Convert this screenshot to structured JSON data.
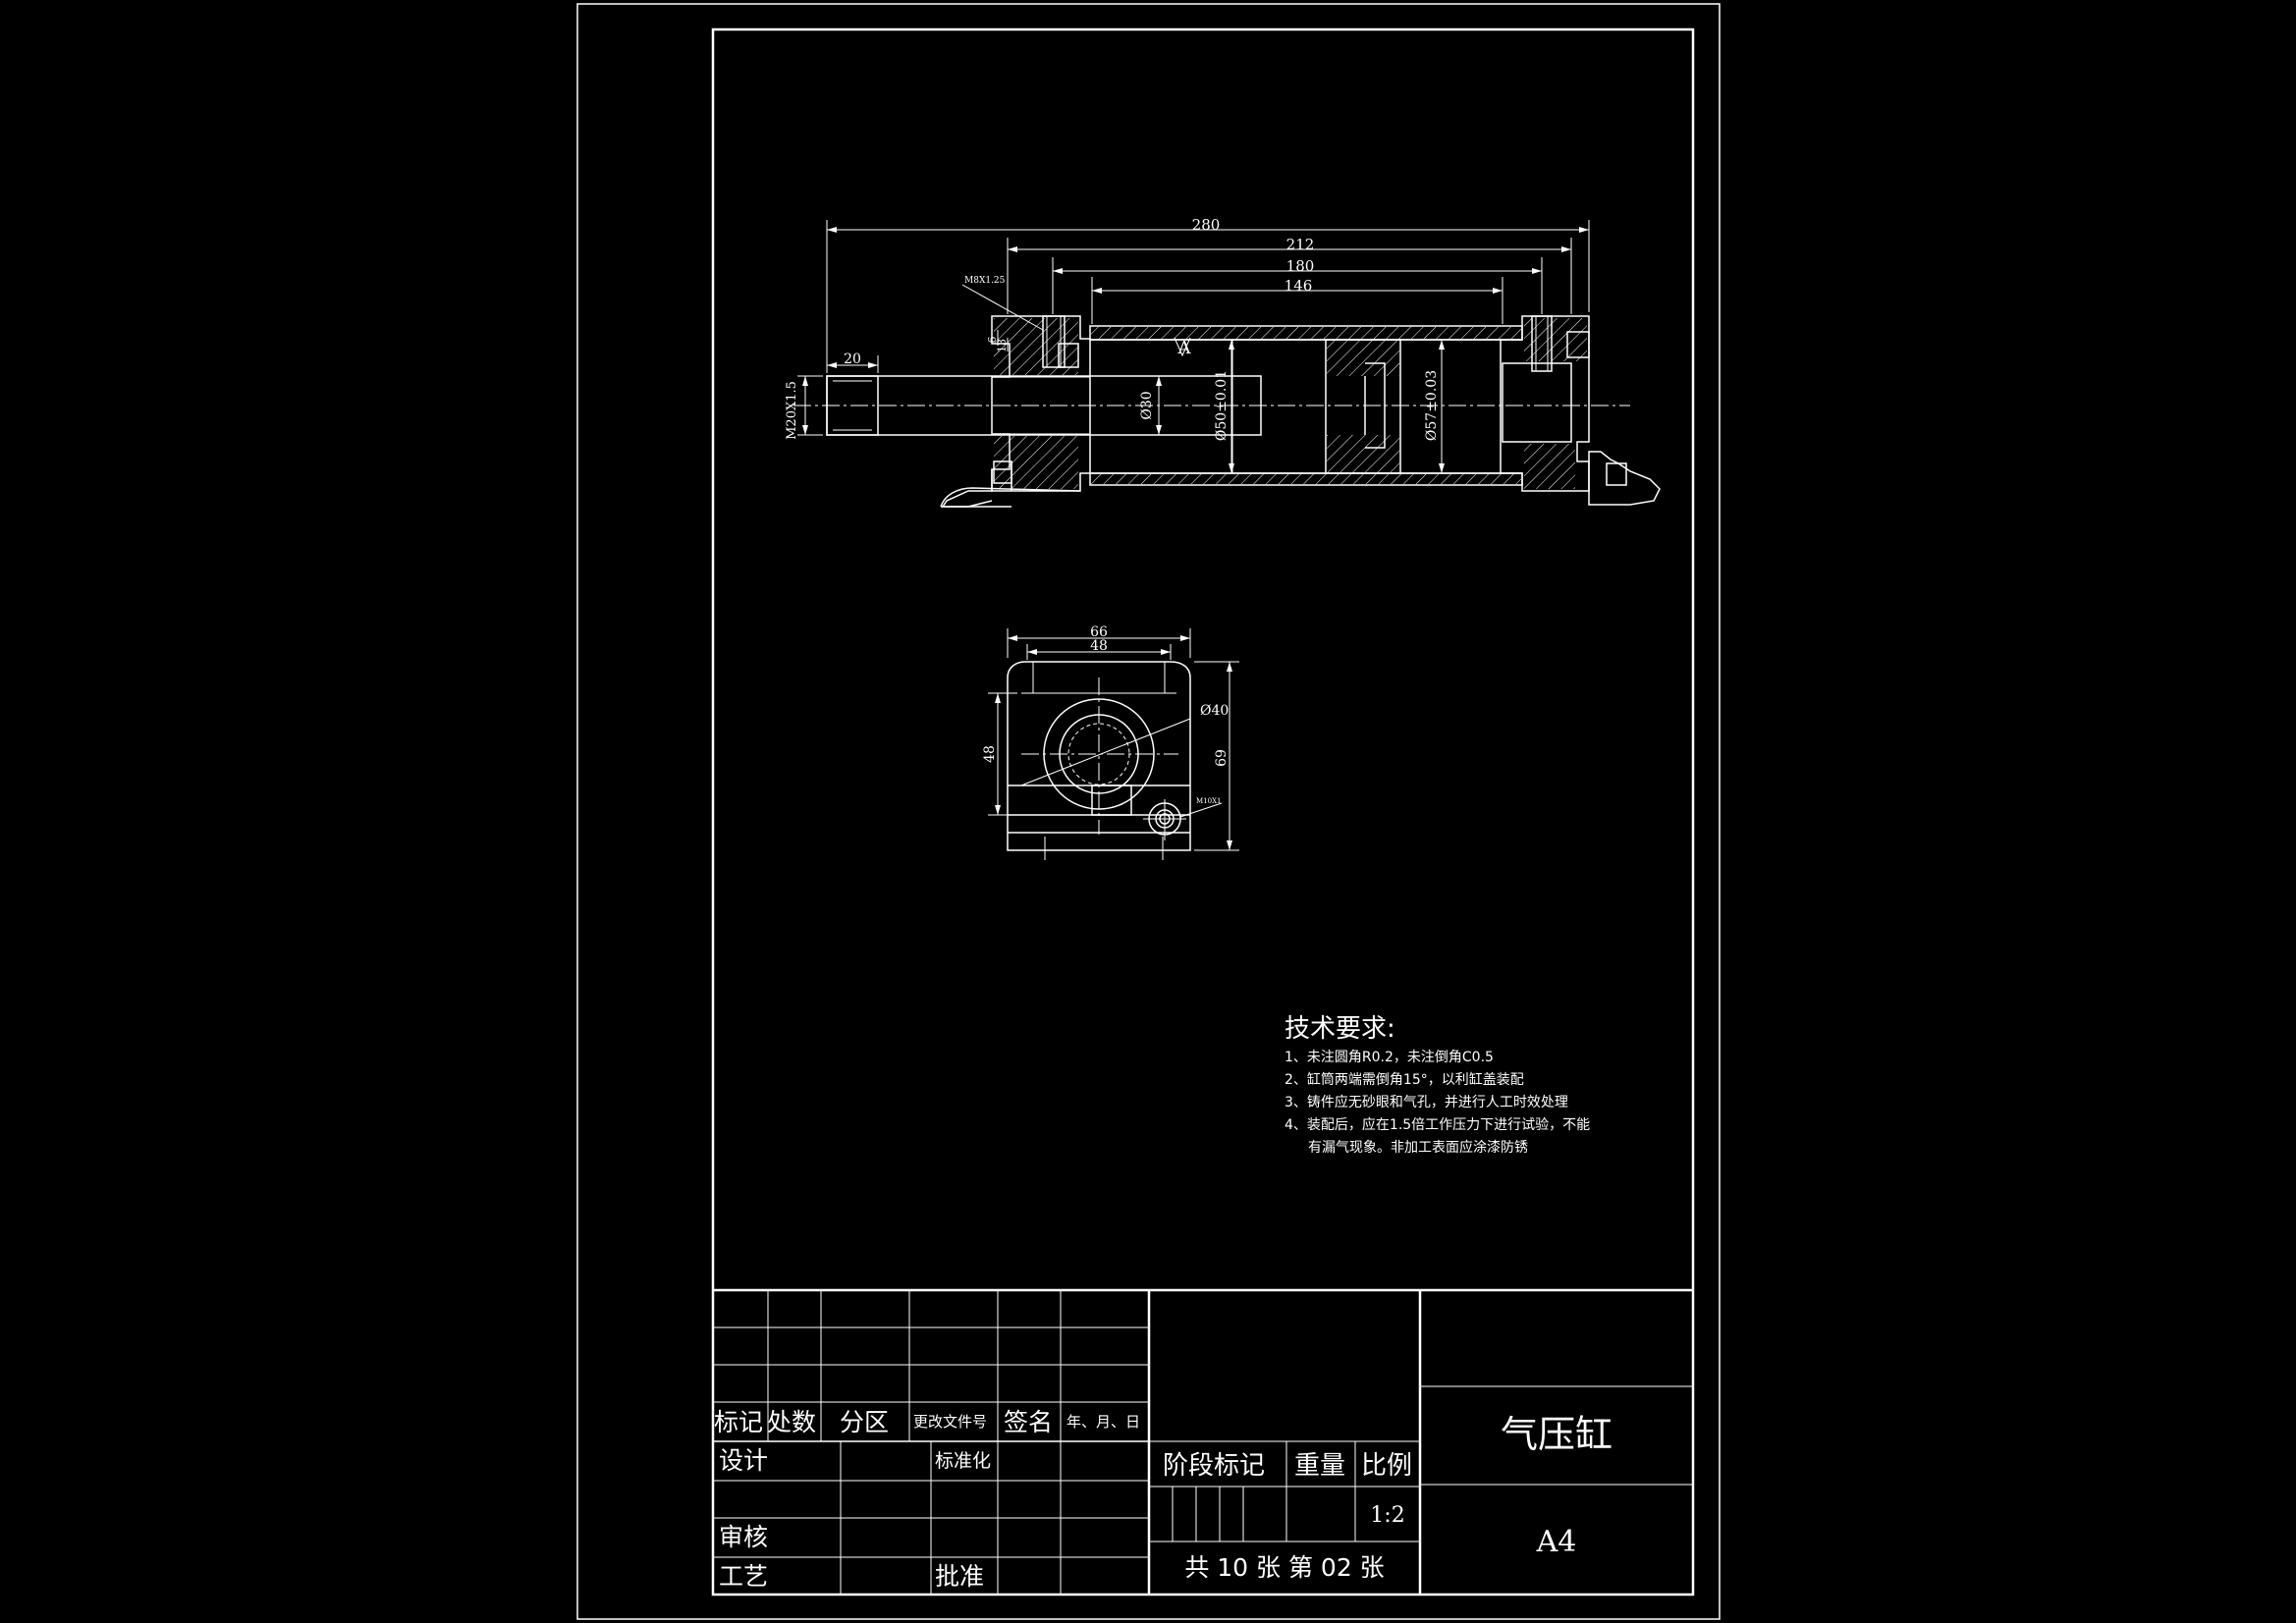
{
  "dimensions": {
    "d280": "280",
    "d212": "212",
    "d180": "180",
    "d146": "146",
    "m8": "M8X1.25",
    "d20": "20",
    "m20": "M20X1.5",
    "d6": "6",
    "d13": "13",
    "phi30": "Ø30",
    "phi50": "Ø50±0.01",
    "phi57": "Ø57±0.03",
    "markA": "A",
    "d66": "66",
    "d48top": "48",
    "d48left": "48",
    "d69": "69",
    "phi40": "Ø40",
    "port": "M10X1"
  },
  "tech": {
    "title": "技术要求:",
    "l1": "1、未注圆角R0.2，未注倒角C0.5",
    "l2": "2、缸筒两端需倒角15°，以利缸盖装配",
    "l3": "3、铸件应无砂眼和气孔，并进行人工时效处理",
    "l4": "4、装配后，应在1.5倍工作压力下进行试验，不能",
    "l5": "有漏气现象。非加工表面应涂漆防锈"
  },
  "title_block": {
    "biaoji": "标记",
    "chushu": "处数",
    "fenqu": "分区",
    "genggai": "更改文件号",
    "qianming": "签名",
    "date": "年、月、日",
    "sheji": "设计",
    "biaozhunhua": "标准化",
    "shenhe": "审核",
    "gongyi": "工艺",
    "pizhun": "批准",
    "jieduan": "阶段标记",
    "zhongliang": "重量",
    "bili": "比例",
    "scale": "1:2",
    "sheets": "共 10 张 第 02 张",
    "name": "气压缸",
    "size": "A4"
  }
}
